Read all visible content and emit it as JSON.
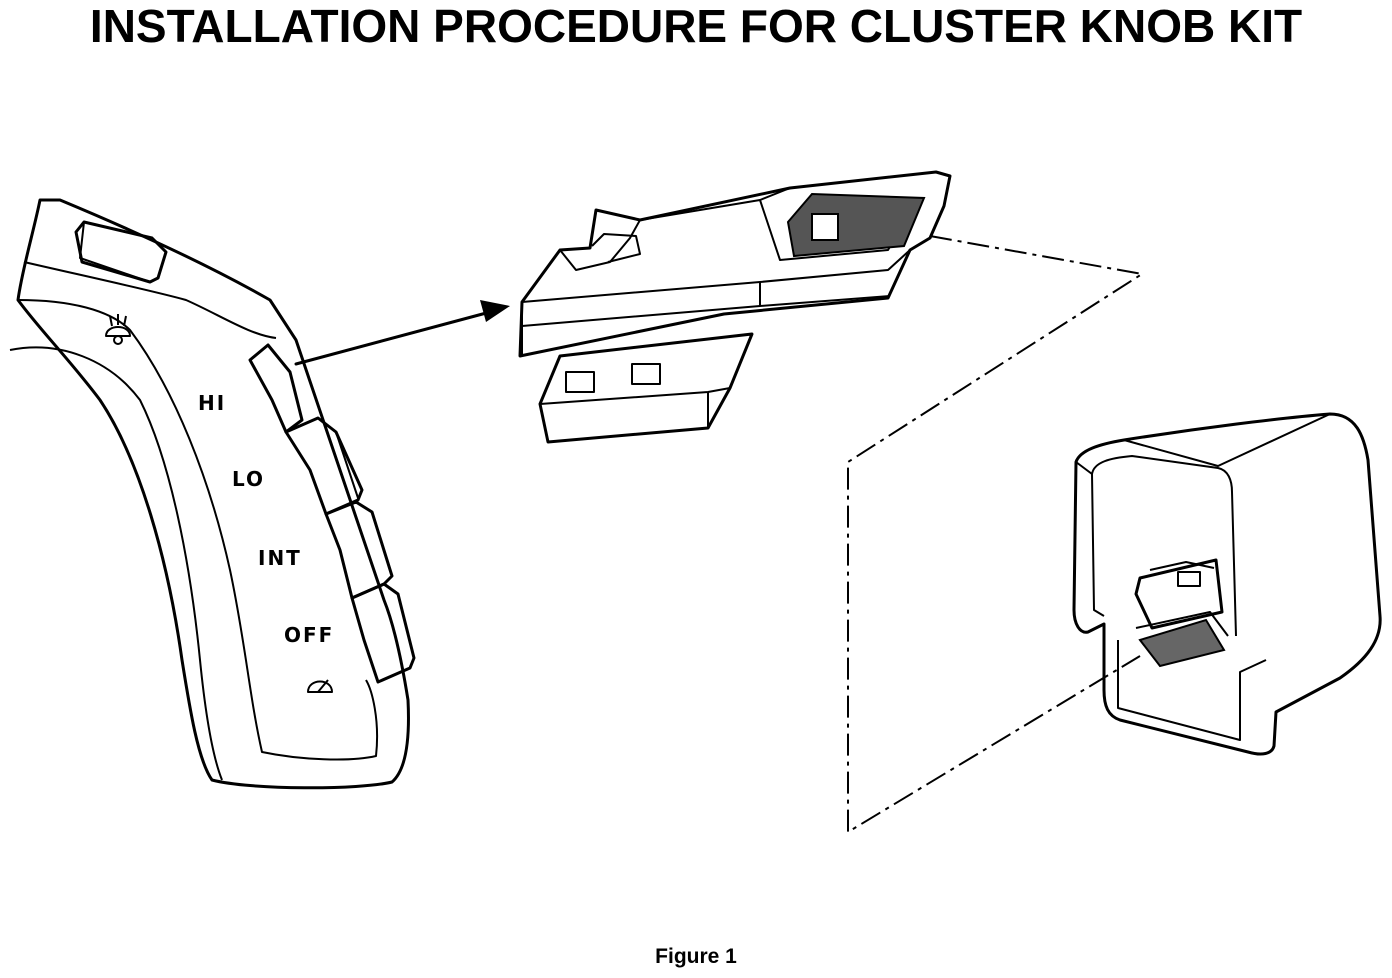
{
  "document": {
    "title": "INSTALLATION PROCEDURE FOR CLUSTER KNOB KIT",
    "caption": "Figure 1"
  },
  "stalk": {
    "labels": {
      "hi": "HI",
      "lo": "LO",
      "int": "INT",
      "off": "OFF"
    },
    "icons": [
      "washer-icon",
      "wiper-icon"
    ]
  },
  "colors": {
    "ink": "#000000",
    "paper": "#ffffff"
  }
}
